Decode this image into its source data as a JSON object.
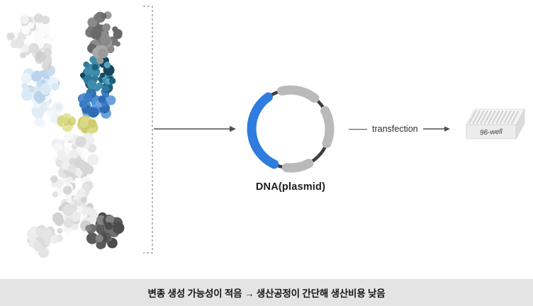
{
  "figure": {
    "plasmid_label": "DNA(plasmid)",
    "transfection_label": "transfection",
    "plate_label": "96-well"
  },
  "caption": {
    "text": "변종 생성 가능성이 적음 → 생산공정이 간단해 생산비용 낮음"
  },
  "colors": {
    "plasmid_blue": "#2e7ce0",
    "plasmid_segment_gray": "#bababa",
    "plasmid_ring_dark": "#3d3d3d",
    "arrow_gray": "#4f4f4f",
    "caption_bg": "#e4e4e4",
    "caption_text": "#161616"
  }
}
